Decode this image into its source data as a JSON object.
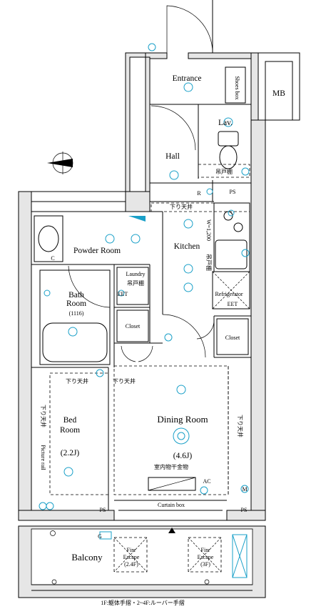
{
  "rooms": {
    "entrance": "Entrance",
    "shoes_box": "Shoes box",
    "mb": "MB",
    "lav": "Lav.",
    "hall": "Hall",
    "powder_room": "Powder Room",
    "kitchen": "Kitchen",
    "laundry": "Laundry",
    "bath_room_1": "Bath",
    "bath_room_2": "Room",
    "bath_room_size": "(1116)",
    "refrigerator": "Refrigerator",
    "closet_1": "Closet",
    "closet_2": "Closet",
    "bed_room_1": "Bed",
    "bed_room_2": "Room",
    "bed_room_size": "(2.2J)",
    "dining_room": "Dining Room",
    "dining_room_size": "(4.6J)",
    "curtain_box": "Curtain box",
    "balcony": "Balcony",
    "fire_escape_1": "Fire",
    "fire_escape_2": "Escape",
    "fire_escape_left_size": "(2.4F)",
    "fire_escape_right_size": "(3F)"
  },
  "notes": {
    "lower_ceiling": "下り天井",
    "hanging_shelf": "吊戸棚",
    "ps": "PS",
    "w1200": "W=1,200",
    "picture_rail": "Picture rail",
    "indoor_clothes_hanger": "室内物干金物",
    "ac": "AC",
    "railing_note": "1F:躯体手摺・2~4F:ルーバー手摺",
    "eet": "EET",
    "r": "R",
    "g": "G",
    "c": "C",
    "m": "M"
  },
  "icons": {
    "compass": "north-arrow-icon",
    "light": "ceiling-light-icon",
    "outlet": "power-outlet-icon"
  },
  "colors": {
    "wall": "#e6e6e6",
    "electrical": "#1aa0c8"
  }
}
